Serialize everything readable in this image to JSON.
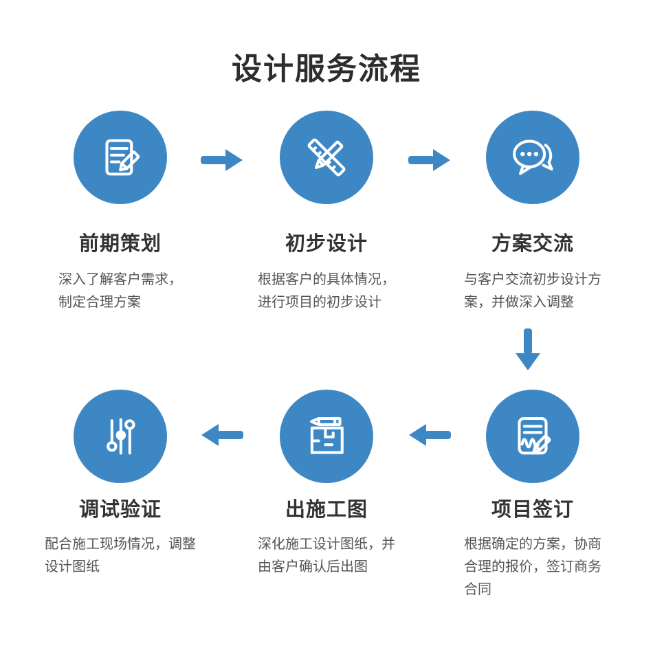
{
  "page": {
    "title": "设计服务流程",
    "background": "#ffffff"
  },
  "colors": {
    "accent": "#3e87c5",
    "icon_stroke": "#ffffff",
    "heading_text": "#2d2d2d",
    "step_title_text": "#333333",
    "description_text": "#555555"
  },
  "steps": [
    {
      "title": "前期策划",
      "icon": "document-pencil-icon",
      "lines": [
        "深入了解客户需求，",
        "制定合理方案"
      ]
    },
    {
      "title": "初步设计",
      "icon": "ruler-pencil-icon",
      "lines": [
        "根据客户的具体情况，",
        "进行项目的初步设计"
      ]
    },
    {
      "title": "方案交流",
      "icon": "chat-bubbles-icon",
      "lines": [
        "与客户交流初步设计方",
        "案，并做深入调整"
      ]
    },
    {
      "title": "项目签订",
      "icon": "contract-signing-icon",
      "lines": [
        "根据确定的方案，协商",
        "合理的报价，签订商务",
        "合同"
      ]
    },
    {
      "title": "出施工图",
      "icon": "floor-plan-pencil-icon",
      "lines": [
        "深化施工设计图纸，并",
        "由客户确认后出图"
      ]
    },
    {
      "title": "调试验证",
      "icon": "sliders-icon",
      "lines": [
        "配合施工现场情况，调整",
        "设计图纸"
      ]
    }
  ],
  "flow": {
    "row1_left_to_right": [
      "前期策划",
      "初步设计",
      "方案交流"
    ],
    "row2_left_to_right": [
      "调试验证",
      "出施工图",
      "项目签订"
    ],
    "arrow_directions": [
      "right",
      "right",
      "down",
      "left",
      "left"
    ]
  }
}
